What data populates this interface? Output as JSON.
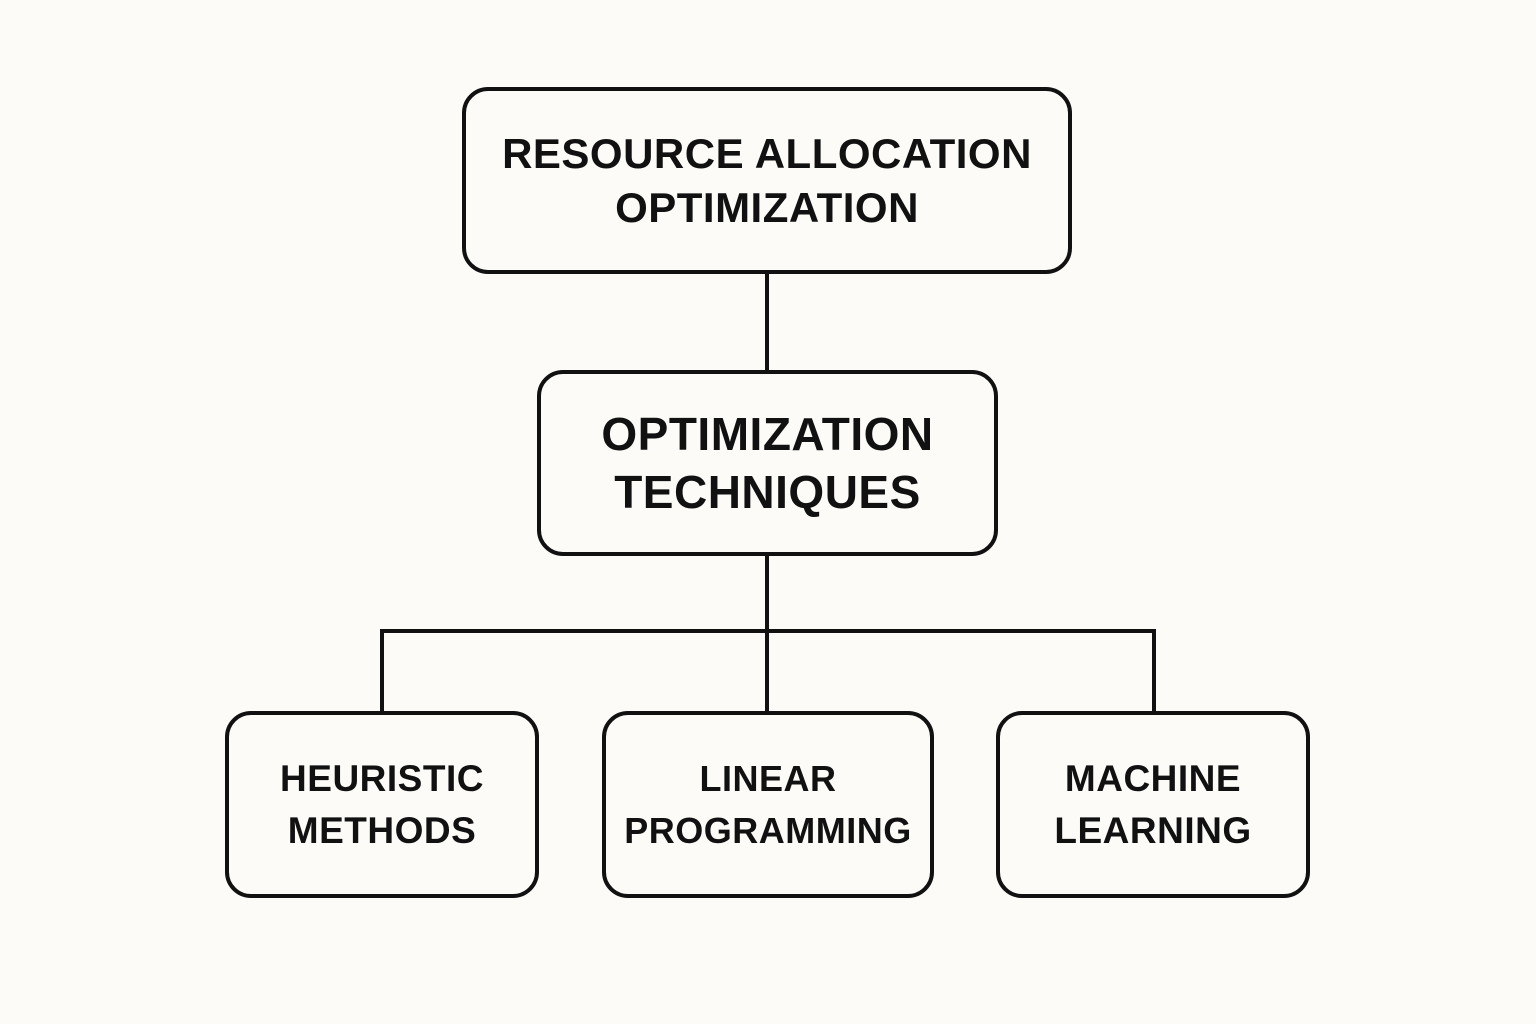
{
  "diagram": {
    "root": {
      "line1": "RESOURCE ALLOCATION",
      "line2": "OPTIMIZATION"
    },
    "middle": {
      "line1": "OPTIMIZATION",
      "line2": "TECHNIQUES"
    },
    "children": [
      {
        "line1": "HEURISTIC",
        "line2": "METHODS"
      },
      {
        "line1": "LINEAR",
        "line2": "PROGRAMMING"
      },
      {
        "line1": "MACHINE",
        "line2": "LEARNING"
      }
    ],
    "colors": {
      "background": "#fcfbf8",
      "stroke": "#111111",
      "text": "#111111"
    }
  }
}
